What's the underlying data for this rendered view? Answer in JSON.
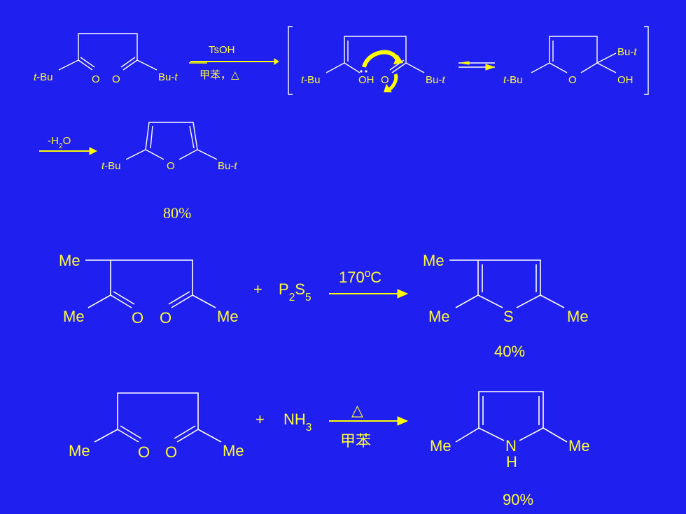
{
  "colors": {
    "background": "#1f1ff0",
    "ink": "#ffff3c",
    "white": "#ffffff",
    "arrow": "#ffff00"
  },
  "reaction1": {
    "tbu_left": "t-Bu",
    "o1": "O",
    "o2": "O",
    "bu_t_right": "Bu-t",
    "reagent": "TsOH",
    "condition": "甲苯，△",
    "int1": {
      "tbu": "t-Bu",
      "oh": "OH",
      "o": "O",
      "but": "Bu-t"
    },
    "int2": {
      "tbu": "t-Bu",
      "o": "O",
      "but": "Bu-t",
      "oh": "OH"
    },
    "dehydration": "-H2O",
    "product": {
      "tbu": "t-Bu",
      "o": "O",
      "but": "Bu-t"
    },
    "yield": "80%"
  },
  "reaction2": {
    "me_top": "Me",
    "me_left": "Me",
    "o1": "O",
    "o2": "O",
    "me_right": "Me",
    "plus": "+",
    "reagent": "P2S5",
    "condition": "170oC",
    "product": {
      "me_top": "Me",
      "me_left": "Me",
      "s": "S",
      "me_right": "Me"
    },
    "yield": "40%"
  },
  "reaction3": {
    "me_left": "Me",
    "o1": "O",
    "o2": "O",
    "me_right": "Me",
    "plus": "+",
    "reagent": "NH3",
    "condition_top": "△",
    "condition_bottom": "甲苯",
    "product": {
      "me_left": "Me",
      "n": "N",
      "h": "H",
      "me_right": "Me"
    },
    "yield": "90%"
  }
}
